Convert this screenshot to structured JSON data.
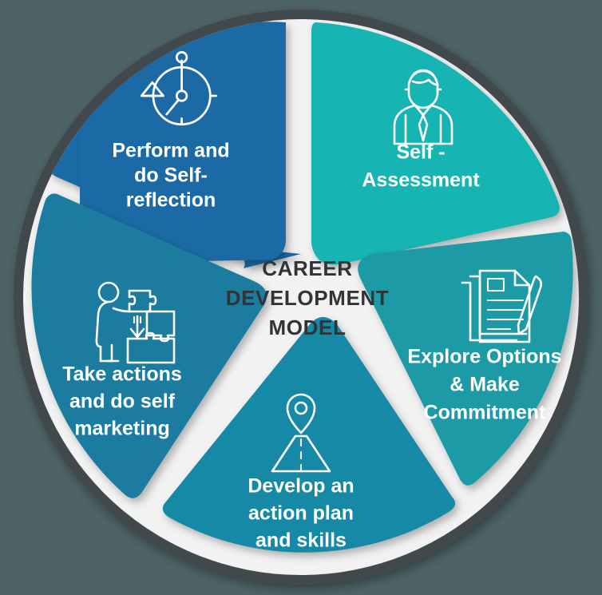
{
  "diagram": {
    "title": "CAREER DEVELOPMENT MODEL",
    "center_lines": [
      "CAREER",
      "DEVELOPMENT",
      "MODEL"
    ],
    "type": "five-petal-cycle-wheel",
    "background_color": "#4d6366",
    "ring_color": "#434a4d",
    "inner_background_color": "#f2f2f2",
    "center_text_color": "#303436",
    "segments": [
      {
        "id": "self-assessment",
        "position": "top-right",
        "order": 1,
        "lines": [
          "Self -",
          "Assessment"
        ],
        "icon": "businessman-person-icon",
        "color": "#13b4b2",
        "text_color": "#ffffff"
      },
      {
        "id": "explore-options",
        "position": "right",
        "order": 2,
        "lines": [
          "Explore Options",
          "& Make",
          "Commitment"
        ],
        "icon": "document-with-pen-icon",
        "color": "#1a9ba6",
        "text_color": "#ffffff"
      },
      {
        "id": "develop-action-plan",
        "position": "bottom",
        "order": 3,
        "lines": [
          "Develop an",
          "action plan",
          "and skills"
        ],
        "icon": "road-with-location-pin-icon",
        "color": "#1889a6",
        "text_color": "#ffffff"
      },
      {
        "id": "take-actions",
        "position": "left",
        "order": 4,
        "lines": [
          "Take actions",
          "and do self",
          "marketing"
        ],
        "icon": "person-with-puzzle-piece-icon",
        "color": "#1a7ba0",
        "text_color": "#ffffff"
      },
      {
        "id": "perform-self-reflection",
        "position": "top-left",
        "order": 5,
        "lines": [
          "Perform and",
          "do Self-",
          "reflection"
        ],
        "icon": "stopwatch-timer-icon",
        "color": "#1b6ba5",
        "text_color": "#ffffff"
      }
    ]
  }
}
